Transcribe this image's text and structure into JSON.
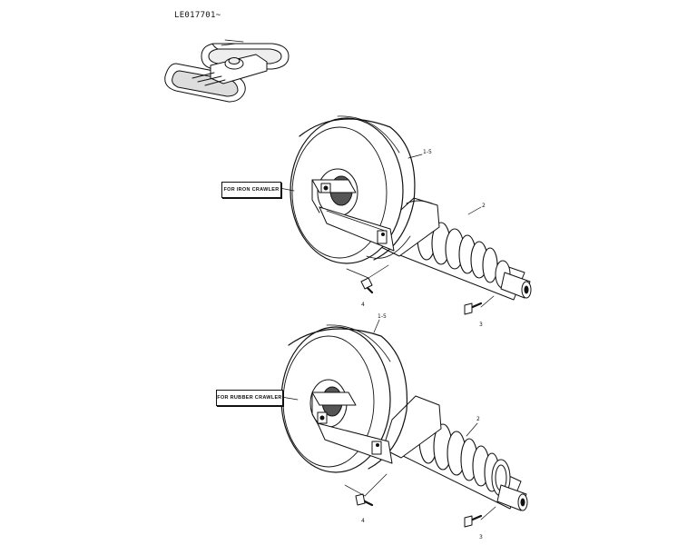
{
  "serial_label": "LE017701~",
  "variants": [
    {
      "label": "FOR IRON CRAWLER"
    },
    {
      "label": "FOR RUBBER CRAWLER"
    }
  ],
  "callouts": {
    "idler_assy": "1-5",
    "tension_cylinder": "2",
    "bolt_a": "3",
    "bolt_b": "4"
  }
}
